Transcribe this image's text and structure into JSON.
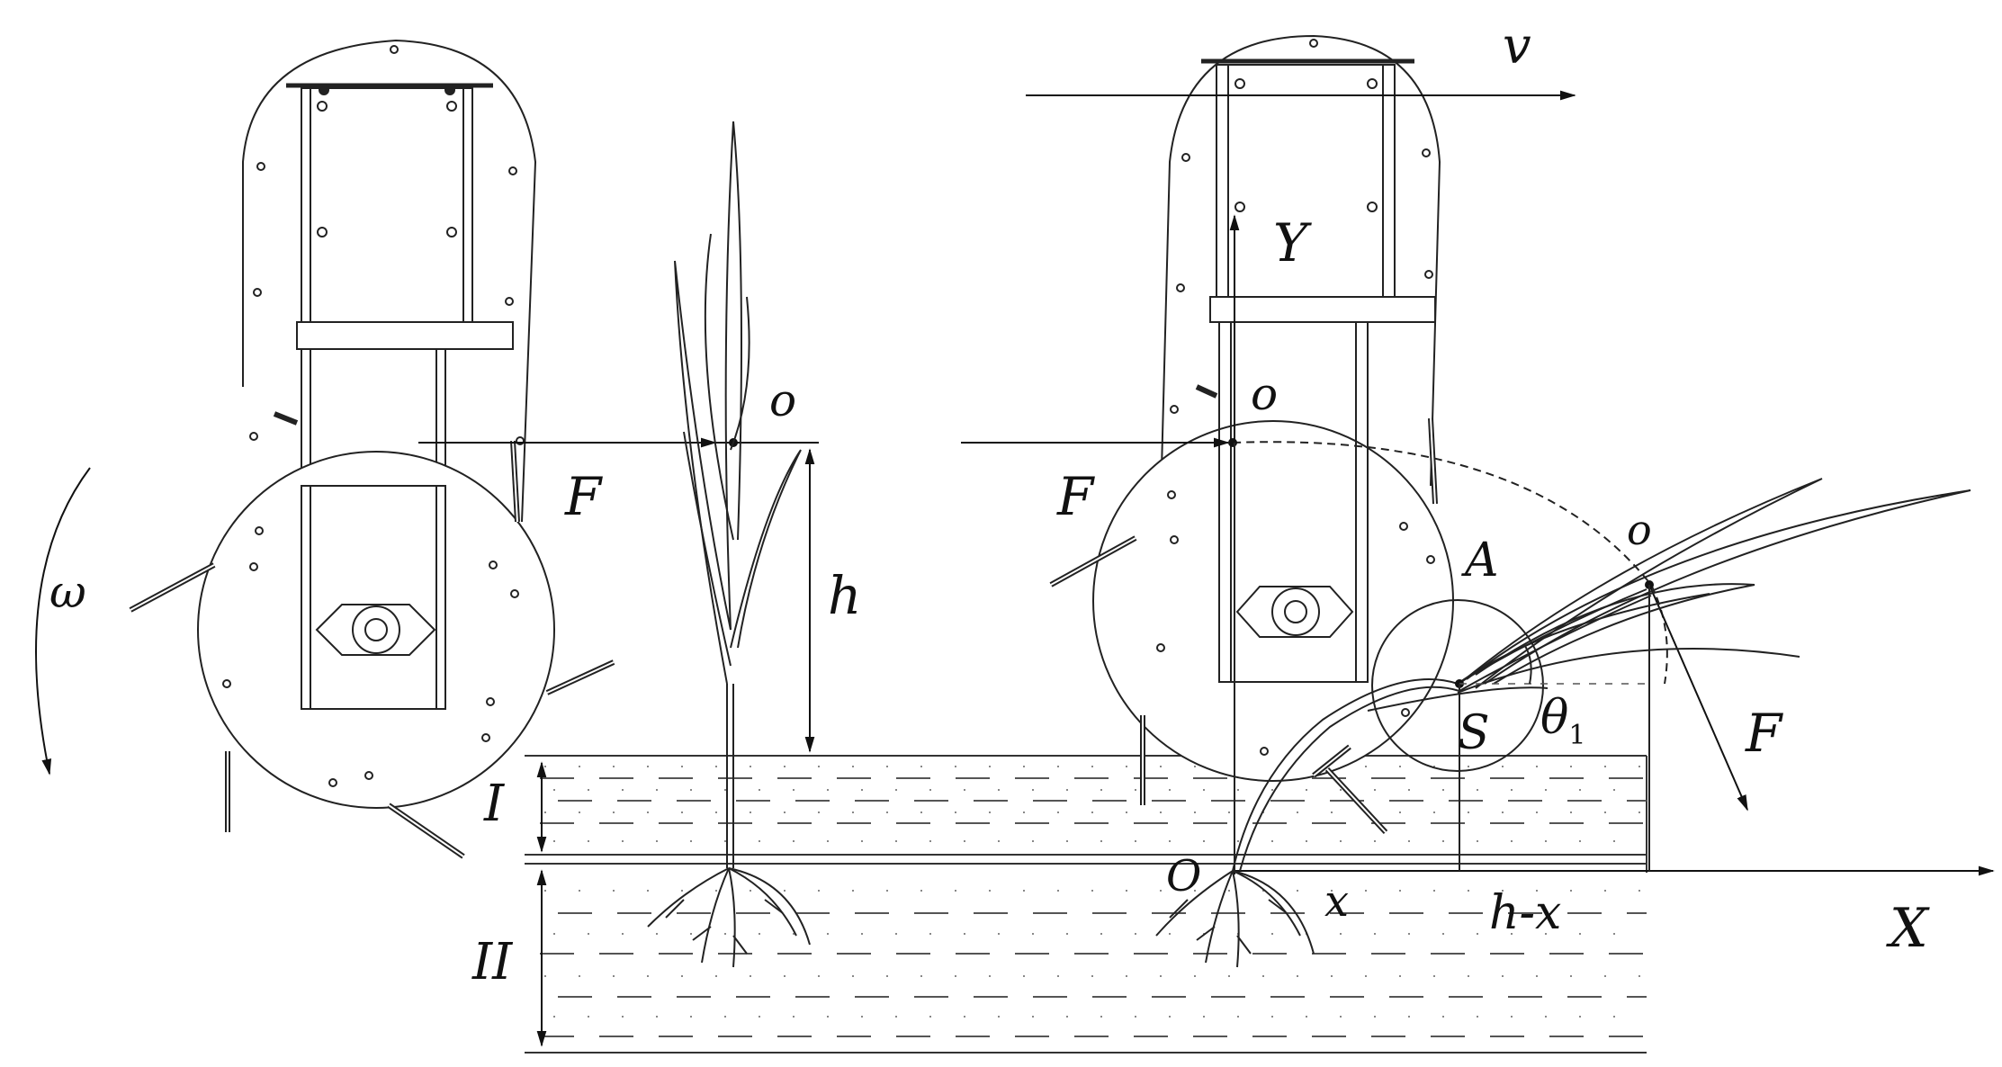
{
  "labels": {
    "velocity": "v",
    "omega": "ω",
    "force_left": "F",
    "force_right_in": "F",
    "force_right_out": "F",
    "pivot_left": "o",
    "pivot_right": "o",
    "pivot_rotated": "o",
    "height": "h",
    "y_axis": "Y",
    "x_axis": "X",
    "origin": "O",
    "point_a": "A",
    "point_s": "S",
    "theta": "θ",
    "theta_sub": "1",
    "x_dim": "x",
    "h_minus_x": "h-x",
    "layer_1": "I",
    "layer_2": "II"
  }
}
